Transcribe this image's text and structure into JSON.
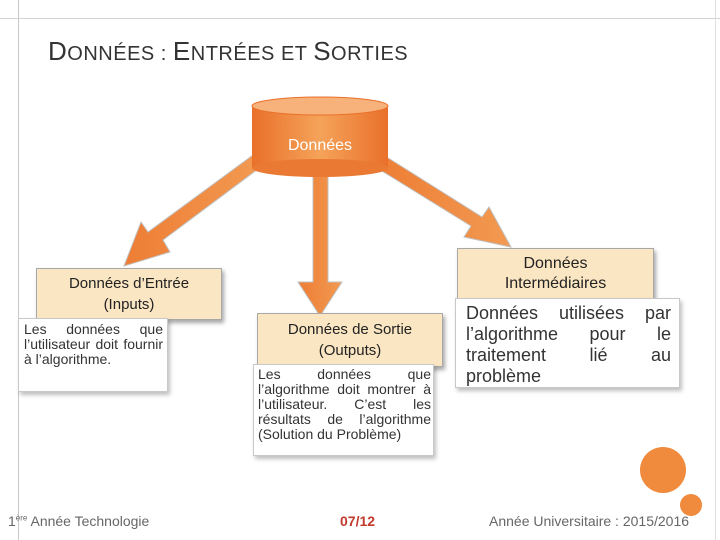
{
  "title": {
    "first_letter": "D",
    "rest": "ONNÉES : ",
    "second_letter": "E",
    "second_rest": "NTRÉES ET ",
    "third_letter": "S",
    "third_rest": "ORTIES"
  },
  "central": {
    "label": "Données"
  },
  "entree": {
    "title_line1": "Données d’Entrée",
    "title_line2": "(Inputs)",
    "body": "Les données que l’utilisateur doit fournir à l’algorithme."
  },
  "sortie": {
    "title_line1": "Données de Sortie",
    "title_line2": "(Outputs)",
    "body": "Les données que l’algorithme doit montrer à l’utilisateur. C’est les résultats de l’algorithme (Solution du Problème)"
  },
  "intermediaires": {
    "title_line1": "Données",
    "title_line2": "Intermédiaires",
    "body": "Données utilisées par l’algorithme pour le traitement lié au problème"
  },
  "footer": {
    "left_prefix": "1",
    "left_sup": "ère",
    "left_rest": " Année Technologie",
    "page": "07/12",
    "right": "Année Universitaire : 2015/2016"
  },
  "colors": {
    "orange": "#f08a3c",
    "orange_dark": "#e9702a",
    "box_fill": "#fbe6c3"
  }
}
